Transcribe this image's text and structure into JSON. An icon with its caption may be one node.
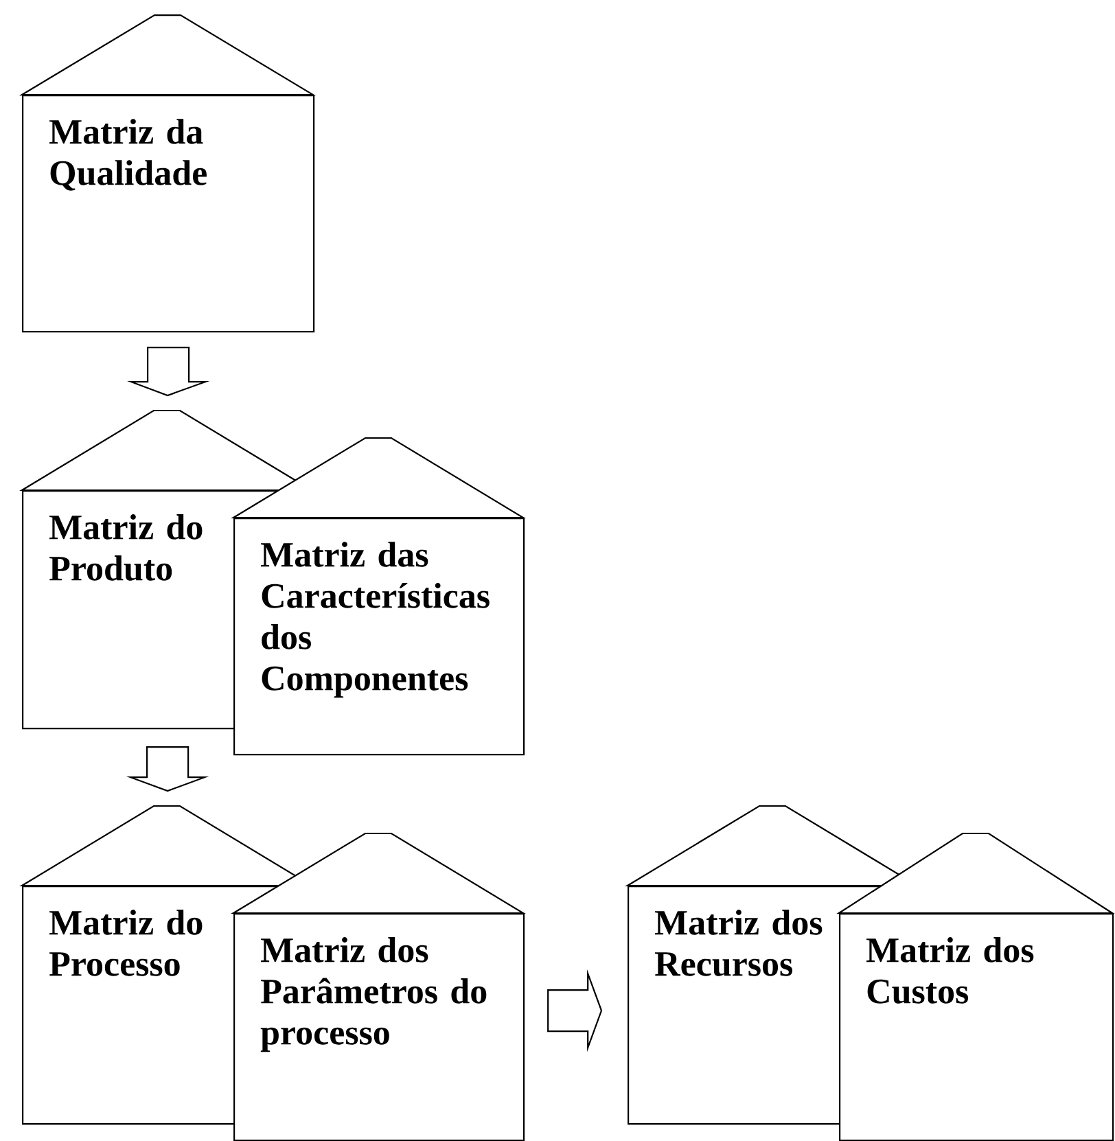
{
  "diagram": {
    "nodes": [
      {
        "text": [
          "Matriz da Qualidade"
        ]
      },
      {
        "text": [
          "Matriz do Produto"
        ]
      },
      {
        "text": [
          "Matriz das Características dos Componentes"
        ]
      },
      {
        "text": [
          "Matriz do Processo"
        ]
      },
      {
        "text": [
          "Matriz dos Parâmetros do processo"
        ]
      },
      {
        "text": [
          "Matriz dos Recursos"
        ]
      },
      {
        "text": [
          "Matriz dos Custos"
        ]
      }
    ],
    "edges": [
      {
        "from": 0,
        "to": 1,
        "arrow": "to"
      },
      {
        "from": 1,
        "to": 3,
        "arrow": "to"
      },
      {
        "from": 4,
        "to": 5,
        "arrow": "to"
      }
    ]
  }
}
